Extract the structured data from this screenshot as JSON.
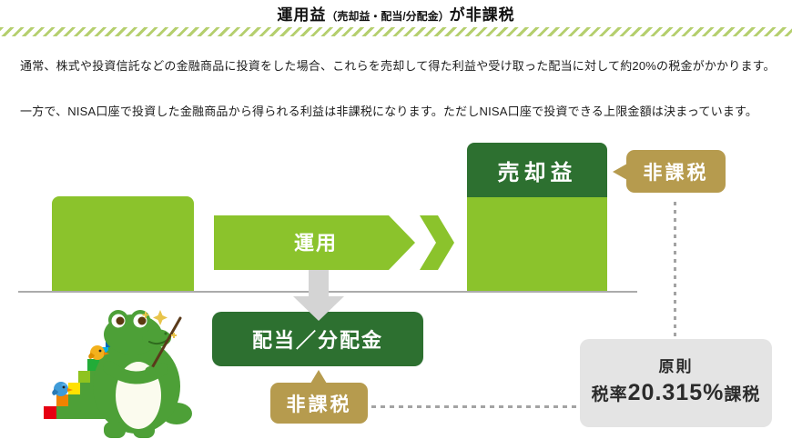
{
  "header": {
    "title_left": "運用益",
    "title_paren": "（売却益・配当/分配金）",
    "title_right": "が非課税"
  },
  "intro": {
    "paragraph1": "通常、株式や投資信託などの金融商品に投資をした場合、これらを売却して得た利益や受け取った配当に対して約20%の税金がかかります。",
    "paragraph2": "一方で、NISA口座で投資した金融商品から得られる利益は非課税になります。ただしNISA口座で投資できる上限金額は決まっています。"
  },
  "diagram": {
    "flow_arrow_label": "運用",
    "sale_profit_box_label": "売却益",
    "dividend_box_label": "配当／分配金",
    "tax_free_badge_top": "非課税",
    "tax_free_badge_bottom": "非課税",
    "principle_note": {
      "line1": "原則",
      "line2_prefix": "税率",
      "line2_rate": "20.315%",
      "line2_suffix": "課税"
    }
  },
  "icons": {
    "mascot": "crocodile-mascot-with-pointer-climbing-colored-stairs",
    "down_arrow": "gray-down-arrow",
    "flow_chevron": "right-chevron"
  },
  "colors": {
    "light_green": "#8bc32c",
    "dark_green": "#2d7030",
    "gold": "#b69b4e",
    "stripe_green": "#b5cf6e",
    "note_gray": "#e4e4e4",
    "arrow_gray": "#d4d4d4",
    "dotted_gray": "#a3a3a3",
    "baseline_gray": "#ababab",
    "mascot_green": "#4da037"
  }
}
